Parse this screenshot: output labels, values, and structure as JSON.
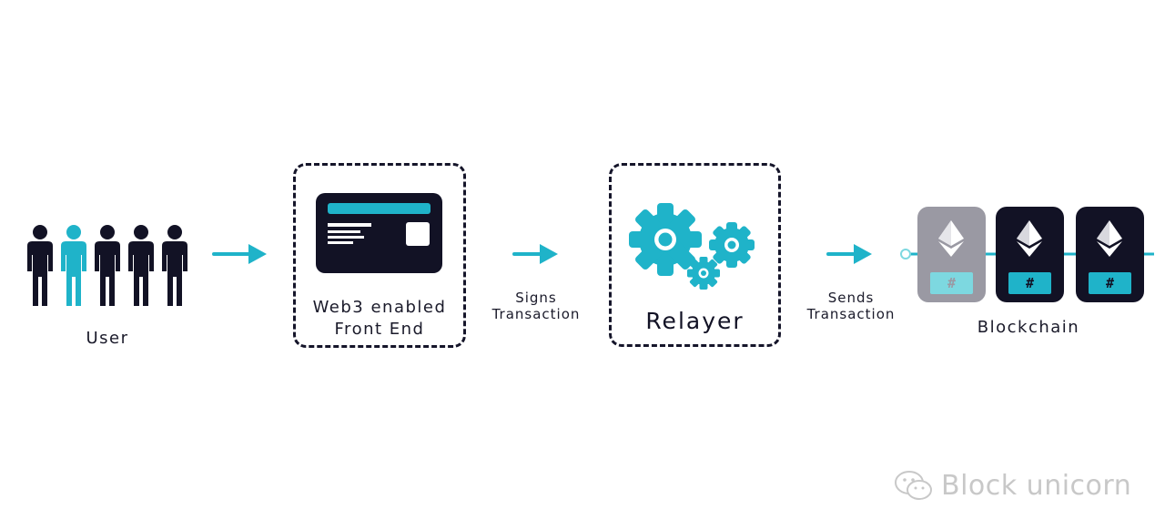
{
  "labels": {
    "user": "User",
    "frontend_line1": "Web3 enabled",
    "frontend_line2": "Front End",
    "signs_line1": "Signs",
    "signs_line2": "Transaction",
    "relayer": "Relayer",
    "sends_line1": "Sends",
    "sends_line2": "Transaction",
    "blockchain": "Blockchain"
  },
  "blocks": [
    {
      "hash": "#",
      "state": "pending"
    },
    {
      "hash": "#",
      "state": "confirmed"
    },
    {
      "hash": "#",
      "state": "confirmed"
    }
  ],
  "watermark": "Block unicorn",
  "colors": {
    "accent": "#1fb3c9",
    "dark": "#121225",
    "pending_block": "#9a99a3",
    "pending_hash": "#7dd8e0"
  }
}
